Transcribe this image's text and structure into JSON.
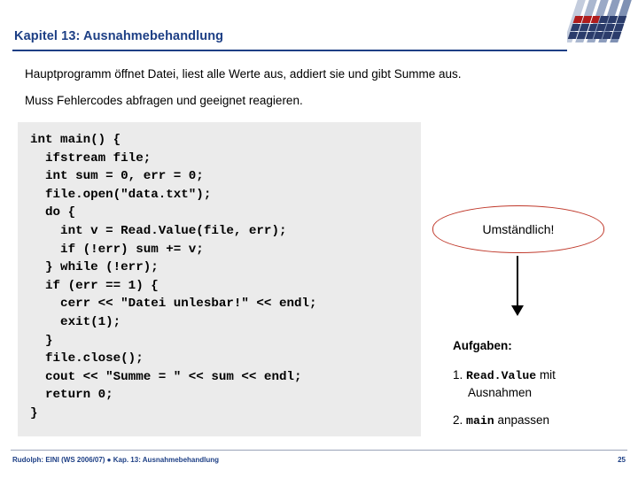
{
  "slide": {
    "title": "Kapitel 13: Ausnahmebehandlung",
    "lead_1": "Hauptprogramm öffnet Datei, liest alle Werte aus, addiert sie und gibt Summe aus.",
    "lead_2": "Muss Fehlercodes abfragen und geeignet reagieren.",
    "code": "int main() {\n  ifstream file;\n  int sum = 0, err = 0;\n  file.open(\"data.txt\");\n  do {\n    int v = Read.Value(file, err);\n    if (!err) sum += v;\n  } while (!err);\n  if (err == 1) {\n    cerr << \"Datei unlesbar!\" << endl;\n    exit(1);\n  }\n  file.close();\n  cout << \"Summe = \" << sum << endl;\n  return 0;\n}",
    "callout": "Umständlich!",
    "tasks_title": "Aufgaben:",
    "task_1_number": "1.",
    "task_1_mono": "Read.Value",
    "task_1_text": "mit",
    "task_1_line2": "Ausnahmen",
    "task_2_number": "2.",
    "task_2_mono": "main",
    "task_2_text": "anpassen"
  },
  "footer": {
    "text": "Rudolph: EINI (WS 2006/07)  ●  Kap. 13: Ausnahmebehandlung",
    "page": "25"
  },
  "colors": {
    "title": "#1d3f85",
    "callout_border": "#c0392b",
    "code_bg": "#ebebeb"
  }
}
